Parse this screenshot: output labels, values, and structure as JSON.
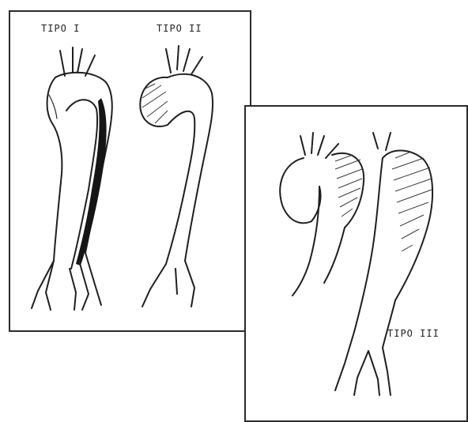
{
  "figure": {
    "label_type_1": "TIPO I",
    "label_type_2": "TIPO II",
    "label_type_3": "TIPO III"
  }
}
